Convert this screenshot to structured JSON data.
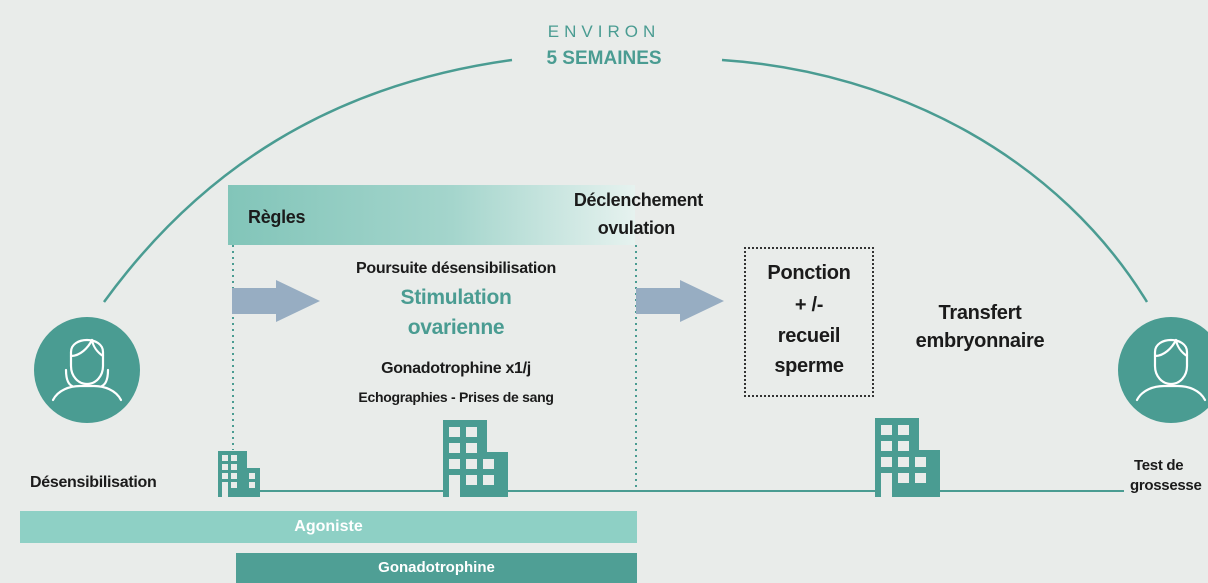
{
  "header": {
    "environ": "ENVIRON",
    "duration": "5 SEMAINES"
  },
  "phases": {
    "regles": "Règles",
    "declenchement_line1": "Déclenchement",
    "declenchement_line2": "ovulation",
    "poursuite": "Poursuite désensibilisation",
    "stimulation_line1": "Stimulation",
    "stimulation_line2": "ovarienne",
    "gonado_dose": "Gonadotrophine x1/j",
    "echographies": "Echographies - Prises de sang",
    "ponction_line1": "Ponction",
    "ponction_line2": "+ /-",
    "ponction_line3": "recueil",
    "ponction_line4": "sperme",
    "transfert_line1": "Transfert",
    "transfert_line2": "embryonnaire",
    "desensibilisation": "Désensibilisation",
    "test_line1": "Test de",
    "test_line2": "grossesse"
  },
  "bars": {
    "agoniste": "Agoniste",
    "gonadotrophine": "Gonadotrophine"
  },
  "colors": {
    "teal": "#4a9c92",
    "teal_light": "#8ed0c5",
    "teal_dark": "#4f9f95",
    "arrow": "#97adc2",
    "background": "#e9ecea"
  },
  "icons": [
    "woman-avatar-icon",
    "building-icon",
    "arrow-right-icon"
  ]
}
